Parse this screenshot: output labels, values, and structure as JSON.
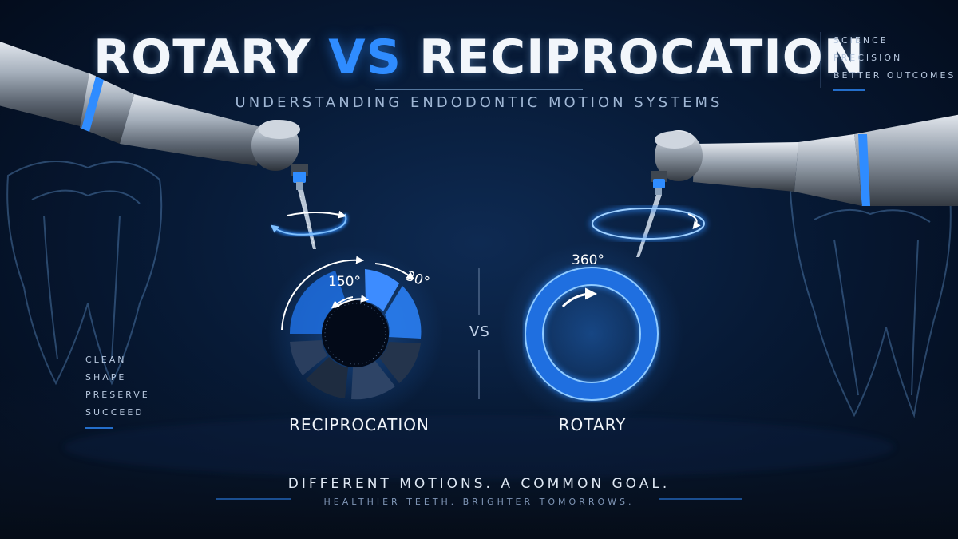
{
  "header": {
    "title_left": "ROTARY",
    "title_vs": "VS",
    "title_right": "RECIPROCATION",
    "subtitle": "UNDERSTANDING ENDODONTIC MOTION SYSTEMS"
  },
  "side_top": [
    "SCIENCE",
    "PRECISION",
    "BETTER OUTCOMES"
  ],
  "side_left": [
    "CLEAN",
    "SHAPE",
    "PRESERVE",
    "SUCCEED"
  ],
  "reciprocation": {
    "label": "RECIPROCATION",
    "angle_large": "150°",
    "angle_small": "30°"
  },
  "rotary": {
    "label": "ROTARY",
    "angle": "360°"
  },
  "divider_text": "VS",
  "footer": {
    "tagline": "DIFFERENT MOTIONS. A COMMON GOAL.",
    "subtagline": "HEALTHIER TEETH. BRIGHTER TOMORROWS."
  },
  "colors": {
    "accent": "#2f8cff",
    "background": "#071a36",
    "text": "#f2f6fb",
    "muted": "#9fb6d4"
  },
  "icons": [
    "dental-handpiece-icon",
    "endodontic-file-icon",
    "tooth-xray-icon",
    "rotation-arrow-icon"
  ]
}
